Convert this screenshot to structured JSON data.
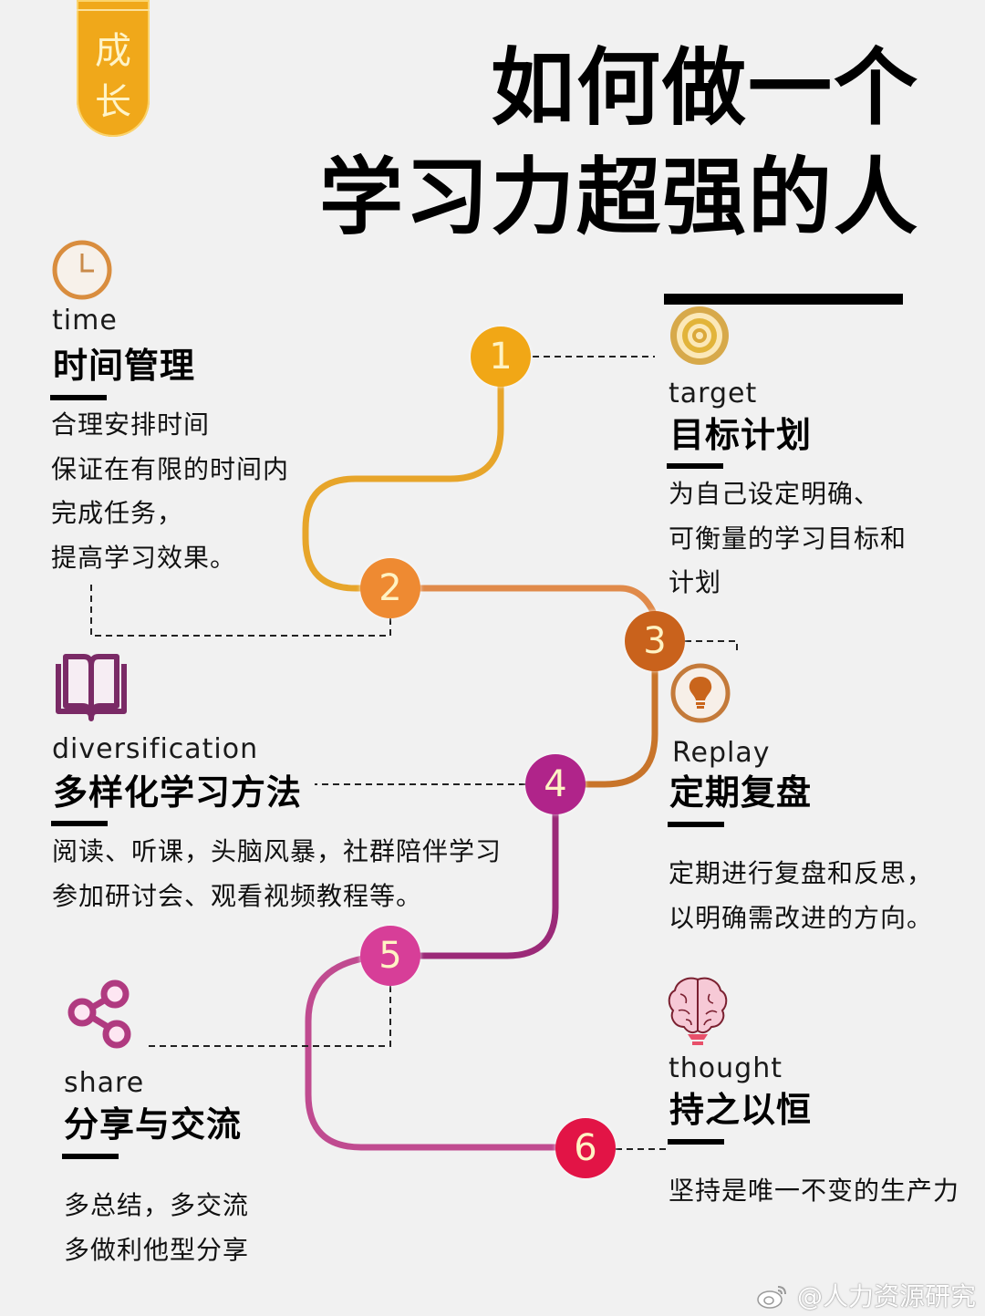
{
  "badge": {
    "label_line1": "成",
    "label_line2": "长",
    "color": "#f0a81a"
  },
  "title": {
    "line1": "如何做一个",
    "line2": "学习力超强的人"
  },
  "path_colors": [
    "#f0a81a",
    "#ec8a3a",
    "#c8621a",
    "#a8237f",
    "#d23e90",
    "#e3174a"
  ],
  "nodes": [
    {
      "number": "1",
      "color": "#f1a716"
    },
    {
      "number": "2",
      "color": "#ee8a32"
    },
    {
      "number": "3",
      "color": "#c9621c"
    },
    {
      "number": "4",
      "color": "#b0248a"
    },
    {
      "number": "5",
      "color": "#d73e98"
    },
    {
      "number": "6",
      "color": "#e21446"
    }
  ],
  "sections": {
    "time": {
      "icon": "clock-icon",
      "en": "time",
      "heading": "时间管理",
      "lines": [
        "合理安排时间",
        "保证在有限的时间内",
        "完成任务，",
        "提高学习效果。"
      ]
    },
    "target": {
      "icon": "target-icon",
      "en": "target",
      "heading": "目标计划",
      "lines": [
        "为自己设定明确、",
        "可衡量的学习目标和",
        "计划"
      ]
    },
    "replay": {
      "icon": "lightbulb-icon",
      "en": "Replay",
      "heading": "定期复盘",
      "lines": [
        "定期进行复盘和反思，",
        "以明确需改进的方向。"
      ]
    },
    "diversification": {
      "icon": "book-icon",
      "en": "diversification",
      "heading": "多样化学习方法",
      "lines": [
        "阅读、听课，头脑风暴，社群陪伴学习",
        "参加研讨会、观看视频教程等。"
      ]
    },
    "share": {
      "icon": "share-icon",
      "en": "share",
      "heading": "分享与交流",
      "lines": [
        "多总结，多交流",
        "多做利他型分享"
      ]
    },
    "thought": {
      "icon": "brain-icon",
      "en": "thought",
      "heading": "持之以恒",
      "lines": [
        "坚持是唯一不变的生产力"
      ]
    }
  },
  "watermark": {
    "icon": "weibo-icon",
    "text": "@人力资源研究"
  }
}
